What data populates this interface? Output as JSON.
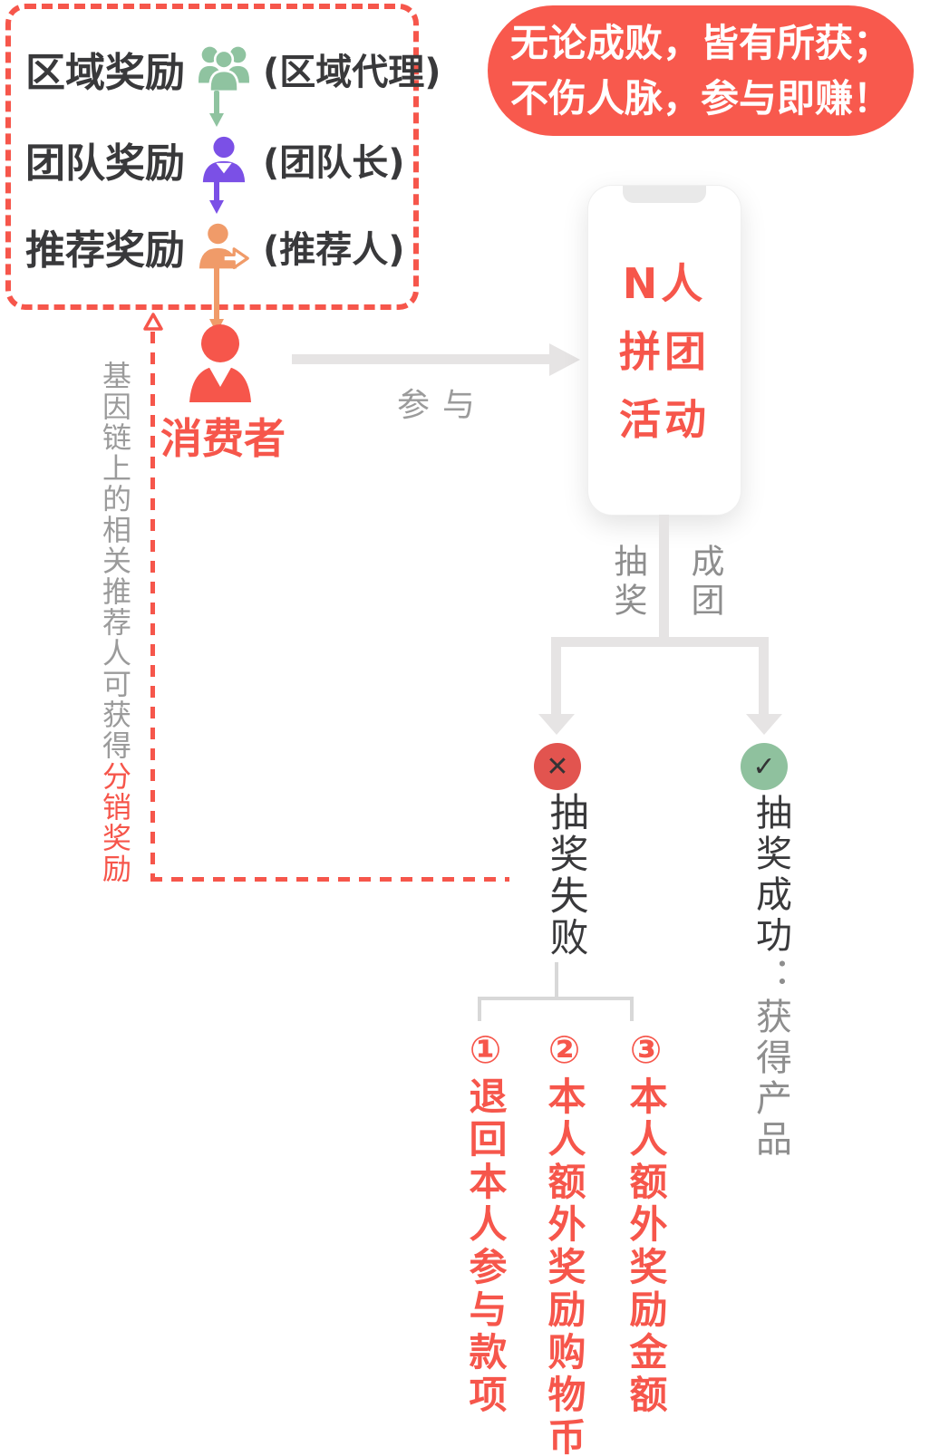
{
  "colors": {
    "red": "#F6564B",
    "banner_red": "#F8594D",
    "fail_red": "#E2544F",
    "success_green": "#8FC19E",
    "group_green": "#8FC3A0",
    "team_purple": "#7B50E6",
    "referrer_orange": "#F09B69",
    "dark_text": "#39393B",
    "mid_gray": "#9B9B9B",
    "light_gray": "#8E8E8E",
    "arrow_gray": "#E6E4E4"
  },
  "banner": {
    "line1": "无论成败，皆有所获；",
    "line2": "不伤人脉，参与即赚！"
  },
  "reward_box": {
    "rows": [
      {
        "label": "区域奖励",
        "sub": "(区域代理)",
        "icon": "group-icon"
      },
      {
        "label": "团队奖励",
        "sub": "(团队长)",
        "icon": "team-leader-icon"
      },
      {
        "label": "推荐奖励",
        "sub": "(推荐人)",
        "icon": "referrer-icon"
      }
    ]
  },
  "gene_note": {
    "prefix": "基因链上的相关推荐人可获得",
    "highlight": "分销奖励"
  },
  "consumer": {
    "label": "消费者"
  },
  "participate": {
    "label": "参与"
  },
  "phone": {
    "lines": [
      "N人",
      "拼团",
      "活动"
    ]
  },
  "branch": {
    "left_label": "抽奖",
    "right_label": "成团"
  },
  "fail": {
    "mark": "✕",
    "title": "抽奖失败",
    "options": [
      "①退回本人参与款项",
      "②本人额外奖励购物币",
      "③本人额外奖励金额"
    ]
  },
  "success": {
    "mark": "✓",
    "title": "抽奖成功",
    "subtitle": "：获得产品"
  }
}
